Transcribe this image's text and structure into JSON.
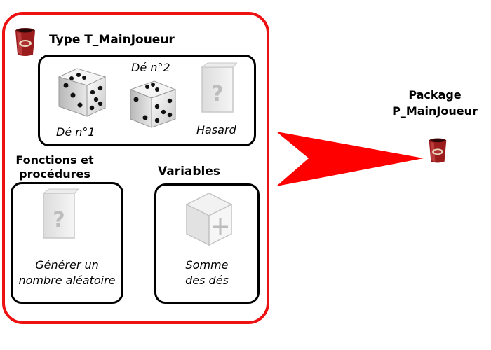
{
  "type_block": {
    "title": "Type T_MainJoueur",
    "die1_label": "Dé n°1",
    "die2_label": "Dé n°2",
    "random_label": "Hasard"
  },
  "functions": {
    "heading_line1": "Fonctions et",
    "heading_line2": "procédures",
    "item_line1": "Générer un",
    "item_line2": "nombre aléatoire"
  },
  "variables": {
    "heading": "Variables",
    "item_line1": "Somme",
    "item_line2": "des dés"
  },
  "package": {
    "label_line1": "Package",
    "label_line2": "P_MainJoueur"
  },
  "icons": [
    "coffee-cup-icon",
    "die-four-icon",
    "die-five-icon",
    "question-box-icon",
    "plus-box-icon",
    "red-arrow"
  ],
  "colors": {
    "frame": "#ee1111",
    "arrow": "#ff0000",
    "box_border": "#000000"
  }
}
